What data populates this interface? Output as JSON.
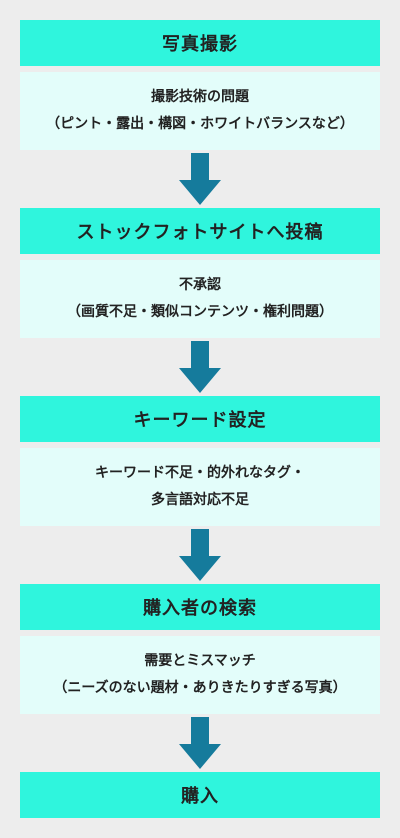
{
  "colors": {
    "background": "#ededed",
    "stage_fill": "#2ff5dd",
    "issue_fill": "#e3fdfa",
    "arrow": "#157b9c",
    "text": "#222222"
  },
  "flow": {
    "stages": [
      {
        "title": "写真撮影",
        "issue_lines": [
          "撮影技術の問題",
          "（ピント・露出・構図・ホワイトバランスなど）"
        ]
      },
      {
        "title": "ストックフォトサイトへ投稿",
        "issue_lines": [
          "不承認",
          "（画質不足・類似コンテンツ・権利問題）"
        ]
      },
      {
        "title": "キーワード設定",
        "issue_lines": [
          "キーワード不足・的外れなタグ・",
          "多言語対応不足"
        ]
      },
      {
        "title": "購入者の検索",
        "issue_lines": [
          "需要とミスマッチ",
          "（ニーズのない題材・ありきたりすぎる写真）"
        ]
      },
      {
        "title": "購入",
        "issue_lines": []
      }
    ]
  }
}
